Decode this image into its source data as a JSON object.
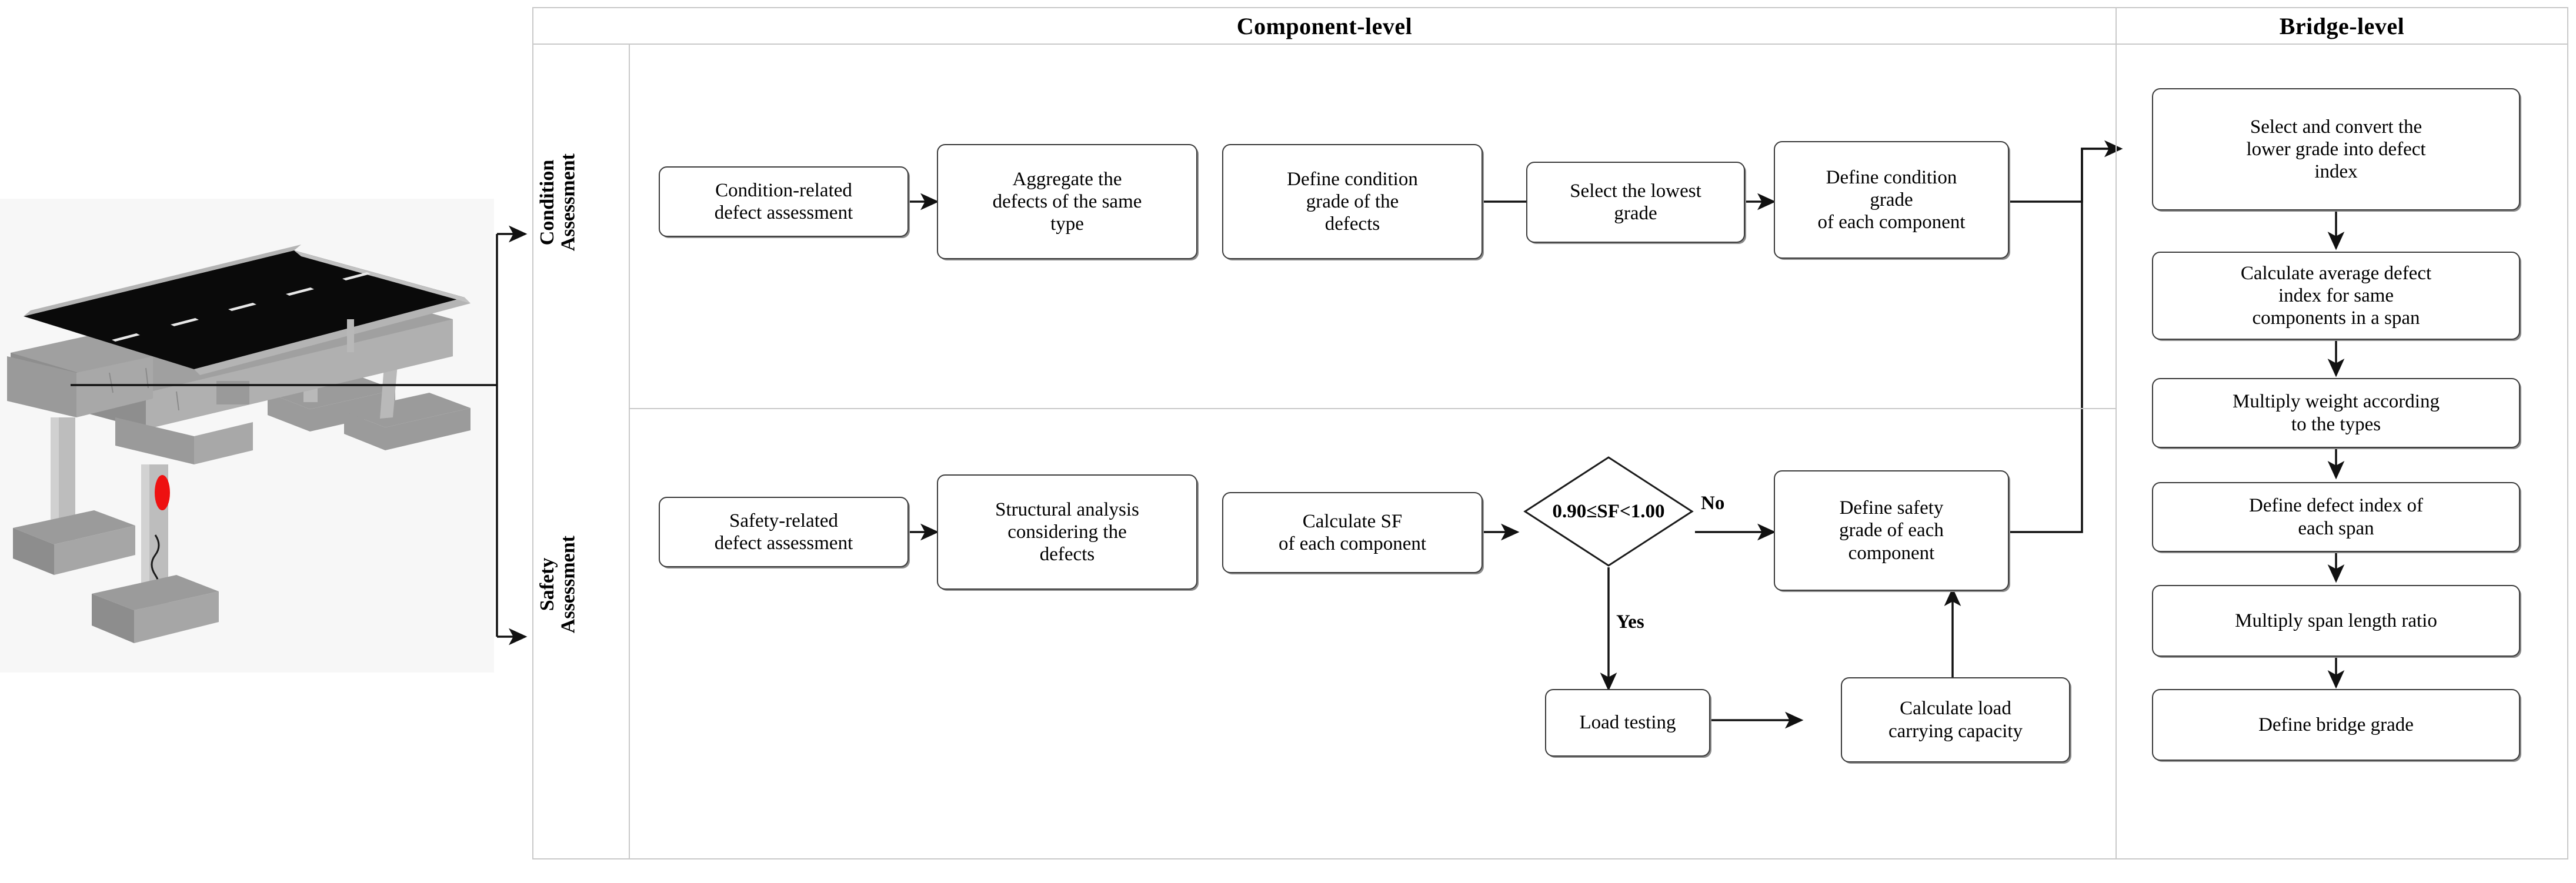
{
  "headers": {
    "component_level": "Component-level",
    "bridge_level": "Bridge-level"
  },
  "row_labels": {
    "condition": "Condition\nAssessment",
    "safety": "Safety\nAssessment"
  },
  "condition_flow": [
    {
      "id": "cond-1",
      "text": "Condition-related\ndefect assessment"
    },
    {
      "id": "cond-2",
      "text": "Aggregate the\ndefects of the same\ntype"
    },
    {
      "id": "cond-3",
      "text": "Define condition\ngrade of the\ndefects"
    },
    {
      "id": "cond-4",
      "text": "Select the lowest\ngrade"
    },
    {
      "id": "cond-5",
      "text": "Define condition\ngrade\nof each component"
    }
  ],
  "safety_flow": [
    {
      "id": "saf-1",
      "text": "Safety-related\ndefect assessment"
    },
    {
      "id": "saf-2",
      "text": "Structural analysis\nconsidering the\ndefects"
    },
    {
      "id": "saf-3",
      "text": "Calculate SF\nof each component"
    },
    {
      "id": "saf-5",
      "text": "Define  safety\ngrade of each\ncomponent"
    },
    {
      "id": "saf-6",
      "text": "Load testing"
    },
    {
      "id": "saf-7",
      "text": "Calculate load\ncarrying capacity"
    }
  ],
  "decision": {
    "id": "saf-4",
    "text": "0.90≤SF<1.00",
    "label_no": "No",
    "label_yes": "Yes"
  },
  "bridge_flow": [
    {
      "id": "br-1",
      "text": "Select and convert the\nlower grade into defect\nindex"
    },
    {
      "id": "br-2",
      "text": "Calculate average defect\nindex for same\ncomponents in a span"
    },
    {
      "id": "br-3",
      "text": "Multiply weight according\nto the types"
    },
    {
      "id": "br-4",
      "text": "Define defect index of\neach span"
    },
    {
      "id": "br-5",
      "text": "Multiply span length ratio"
    },
    {
      "id": "br-6",
      "text": "Define bridge grade"
    }
  ],
  "illustration": {
    "name": "bridge-3d-model",
    "deck_color": "#0a0a0a",
    "concrete_color": "#9e9e9e",
    "column_color": "#b5b5b5",
    "defect_color": "#ee1111",
    "background_color": "#f7f7f7"
  },
  "colors": {
    "frame_border": "#c9c9c9",
    "node_border": "#3a3a3a",
    "node_shadow": "#8a8a8a",
    "line": "#1a1a1a",
    "text": "#000000"
  }
}
